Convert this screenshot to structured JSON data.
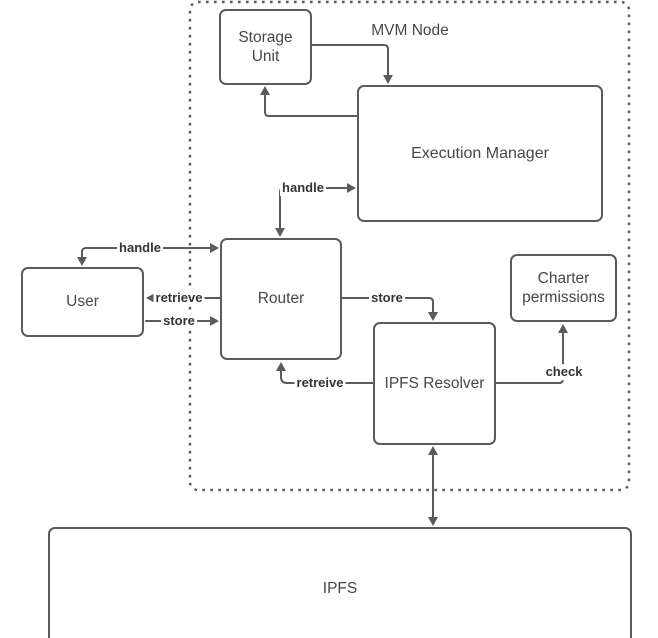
{
  "diagram": {
    "container": {
      "label": "MVM Node"
    },
    "nodes": [
      {
        "id": "storage-unit",
        "label": "Storage Unit"
      },
      {
        "id": "execution-manager",
        "label": "Execution Manager"
      },
      {
        "id": "router",
        "label": "Router"
      },
      {
        "id": "user",
        "label": "User"
      },
      {
        "id": "ipfs-resolver",
        "label": "IPFS Resolver"
      },
      {
        "id": "charter-permissions",
        "label": "Charter permissions"
      },
      {
        "id": "ipfs",
        "label": "IPFS"
      }
    ],
    "edges": [
      {
        "from": "storage-unit",
        "to": "execution-manager",
        "label": "",
        "bidirectional": false
      },
      {
        "from": "execution-manager",
        "to": "storage-unit",
        "label": "",
        "bidirectional": false
      },
      {
        "from": "execution-manager",
        "to": "router",
        "label": "handle",
        "bidirectional": true
      },
      {
        "from": "user",
        "to": "router",
        "label": "handle",
        "bidirectional": true
      },
      {
        "from": "router",
        "to": "user",
        "label": "retrieve",
        "bidirectional": false
      },
      {
        "from": "user",
        "to": "router",
        "label": "store",
        "bidirectional": false
      },
      {
        "from": "router",
        "to": "ipfs-resolver",
        "label": "store",
        "bidirectional": false
      },
      {
        "from": "ipfs-resolver",
        "to": "router",
        "label": "retreive",
        "bidirectional": false
      },
      {
        "from": "ipfs-resolver",
        "to": "charter-permissions",
        "label": "check",
        "bidirectional": false
      },
      {
        "from": "ipfs-resolver",
        "to": "ipfs",
        "label": "",
        "bidirectional": true
      }
    ],
    "colors": {
      "stroke": "#5b5b5b",
      "node_text": "#474747",
      "edge_label_text": "#333333",
      "background": "#ffffff"
    }
  }
}
